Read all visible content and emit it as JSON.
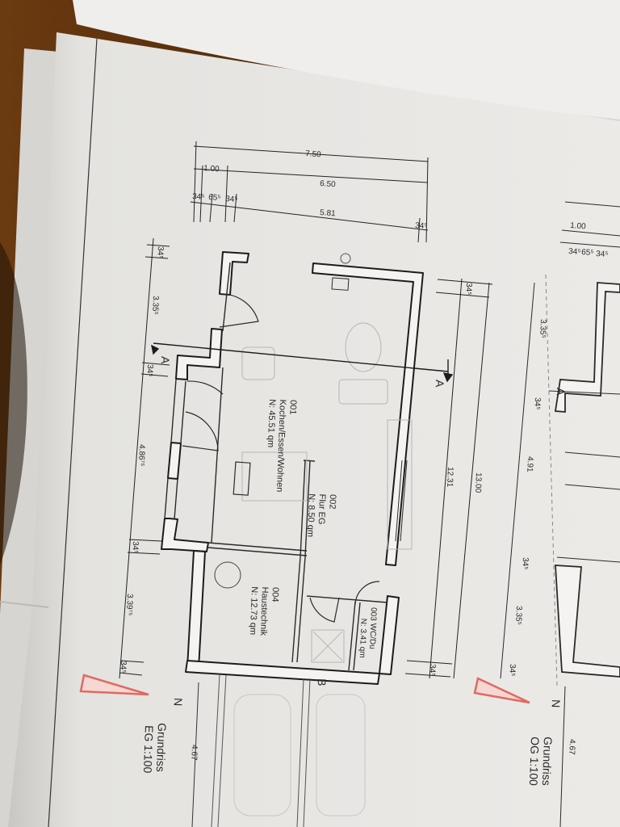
{
  "dimensions_top": {
    "overall": "7.50",
    "left_offset": "1.00",
    "inner": "6.50",
    "wall_a": "34⁵",
    "mid_a": "65⁵",
    "wall_b": "34⁵",
    "net": "5.81",
    "wall_c": "34⁵"
  },
  "dimensions_left": {
    "wall_1": "34⁵",
    "seg_1": "3.35⁵",
    "wall_2": "34⁵",
    "seg_2": "4.86⁷⁵",
    "wall_3": "34⁵",
    "seg_3": "3.39⁷⁵",
    "wall_4": "34⁵"
  },
  "dimensions_right": {
    "wall_top": "34⁵",
    "inner": "12.31",
    "overall": "13.00",
    "wall_bottom": "34⁵"
  },
  "rooms": [
    {
      "number": "001",
      "name": "Kochen/Essen/Wohnen",
      "area": "N: 45.51 qm"
    },
    {
      "number": "002",
      "name": "Flur EG",
      "area": "N: 8.50 qm"
    },
    {
      "number": "003",
      "name": "WC/Du",
      "area": "N: 3.41 qm"
    },
    {
      "number": "004",
      "name": "Haustechnik",
      "area": "N: 12.73 qm"
    }
  ],
  "section_marks": {
    "a_left": "A",
    "a_right": "A",
    "b": "B"
  },
  "north_label": "N",
  "title_block": {
    "line1": "Grundriss",
    "line2": "EG 1:100"
  },
  "carport_dim": "4.67",
  "next_page": {
    "dims": [
      "1.00",
      "34⁵",
      "65⁵",
      "34⁵",
      "3.35⁵",
      "34⁵",
      "4.91",
      "34⁵",
      "3.35⁵",
      "34⁵",
      "4.67"
    ],
    "section_mark": "A",
    "north_label": "N",
    "title_line1": "Grundriss",
    "title_line2": "OG 1:100"
  },
  "colors": {
    "paper": "#e9e8e6",
    "paper_shadow": "#cfcdc9",
    "ink": "#222222",
    "north_arrow": "#e06a5f",
    "table": "#5a3412"
  }
}
